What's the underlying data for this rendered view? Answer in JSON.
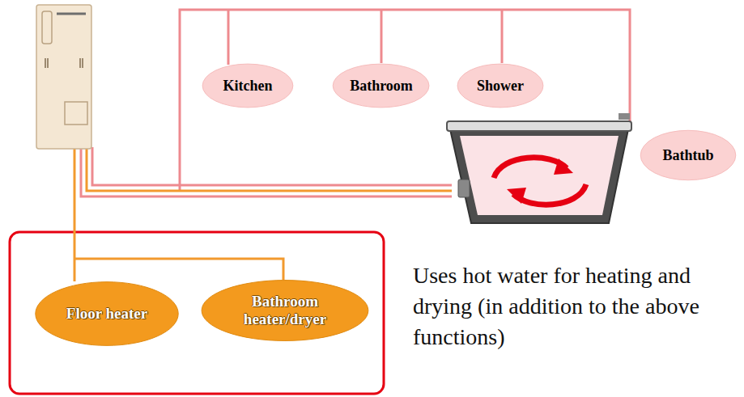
{
  "diagram": {
    "nodes": [
      {
        "text": [
          "Kitchen"
        ]
      },
      {
        "text": [
          "Bathroom"
        ]
      },
      {
        "text": [
          "Shower"
        ]
      },
      {
        "text": [
          "Bathtub"
        ]
      },
      {
        "text": [
          "Floor heater"
        ]
      },
      {
        "text": [
          "Bathroom heater/dryer"
        ]
      }
    ],
    "labels": [
      "Uses hot water for heating and drying (in addition to the above functions)"
    ]
  }
}
